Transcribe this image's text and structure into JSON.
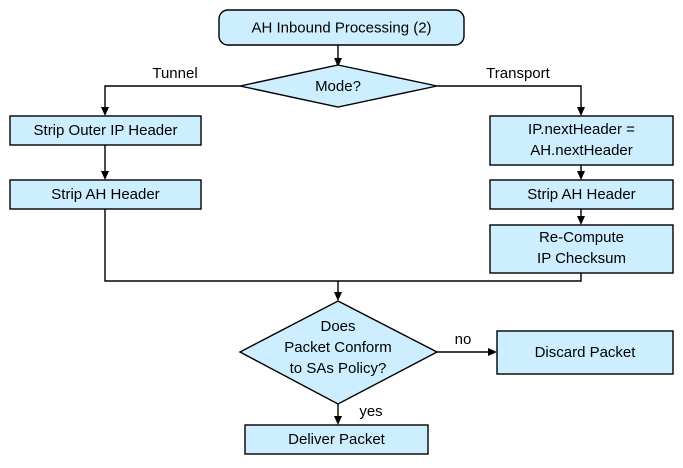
{
  "diagram": {
    "title": "AH Inbound Processing (2)",
    "type": "flowchart",
    "colors": {
      "node_fill": "#cceeff",
      "node_stroke": "#000000",
      "edge_stroke": "#000000",
      "text": "#000000",
      "background": "#ffffff"
    },
    "nodes": [
      {
        "id": "start",
        "shape": "rounded-rect",
        "lines": [
          "AH Inbound Processing (2)"
        ]
      },
      {
        "id": "mode",
        "shape": "diamond",
        "lines": [
          "Mode?"
        ]
      },
      {
        "id": "strip-outer",
        "shape": "rect",
        "lines": [
          "Strip Outer IP Header"
        ]
      },
      {
        "id": "strip-ah-l",
        "shape": "rect",
        "lines": [
          "Strip AH Header"
        ]
      },
      {
        "id": "nextheader",
        "shape": "rect",
        "lines": [
          "IP.nextHeader =",
          "AH.nextHeader"
        ]
      },
      {
        "id": "strip-ah-r",
        "shape": "rect",
        "lines": [
          "Strip AH Header"
        ]
      },
      {
        "id": "recompute",
        "shape": "rect",
        "lines": [
          "Re-Compute",
          "IP Checksum"
        ]
      },
      {
        "id": "conform",
        "shape": "diamond",
        "lines": [
          "Does",
          "Packet Conform",
          "to SAs Policy?"
        ]
      },
      {
        "id": "discard",
        "shape": "rect",
        "lines": [
          "Discard Packet"
        ]
      },
      {
        "id": "deliver",
        "shape": "rect",
        "lines": [
          "Deliver Packet"
        ]
      }
    ],
    "edge_labels": {
      "tunnel": "Tunnel",
      "transport": "Transport",
      "no": "no",
      "yes": "yes"
    }
  }
}
